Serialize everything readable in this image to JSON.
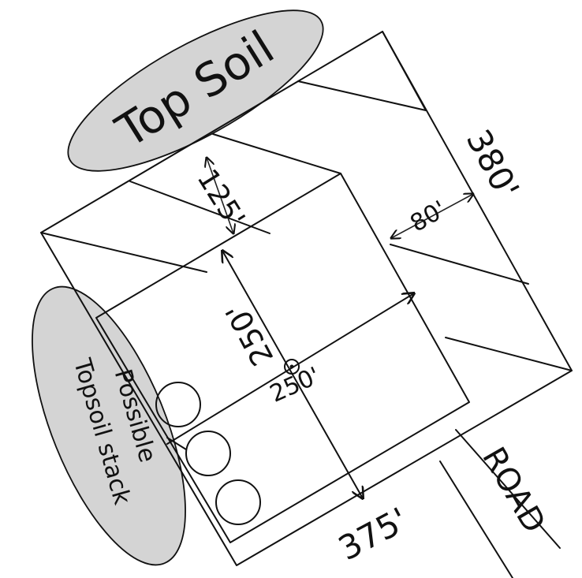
{
  "labels": {
    "top_soil": "Top Soil",
    "topsoil_stack": "Topsoil stack",
    "possible": "Possible",
    "dim_125": "125'",
    "dim_80": "80'",
    "dim_380": "380'",
    "dim_250_vertical": "250'",
    "dim_250_horizontal": "250'",
    "dim_375": "375'",
    "road": "ROAD"
  },
  "colors": {
    "ink": "#111111",
    "pile_fill": "#d4d4d4",
    "paper": "#ffffff"
  }
}
